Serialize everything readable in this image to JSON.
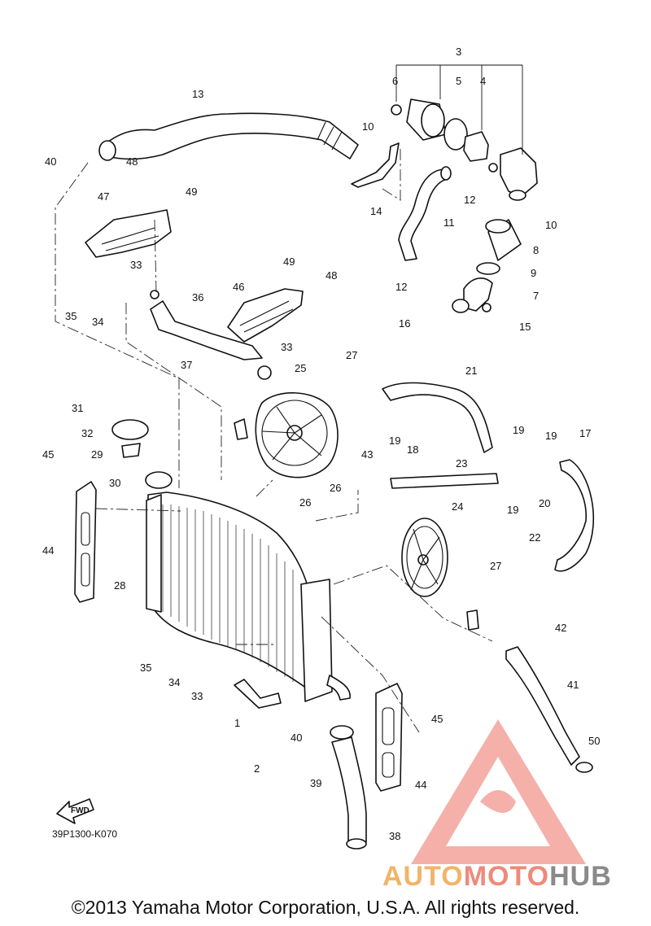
{
  "diagram": {
    "code": "39P1300-K070",
    "fwd_label": "FWD",
    "copyright": "©2013 Yamaha Motor Corporation, U.S.A. All rights reserved.",
    "watermark": {
      "part1": "AUTO",
      "part2": "MOTO",
      "part3": "HUB"
    },
    "callouts": [
      "1",
      "2",
      "3",
      "4",
      "5",
      "6",
      "7",
      "8",
      "9",
      "10",
      "10",
      "11",
      "12",
      "12",
      "13",
      "14",
      "15",
      "16",
      "17",
      "18",
      "19",
      "19",
      "19",
      "19",
      "20",
      "21",
      "22",
      "23",
      "24",
      "25",
      "26",
      "26",
      "27",
      "27",
      "28",
      "29",
      "30",
      "31",
      "32",
      "33",
      "33",
      "33",
      "34",
      "34",
      "35",
      "35",
      "36",
      "37",
      "38",
      "39",
      "40",
      "40",
      "41",
      "42",
      "43",
      "44",
      "44",
      "45",
      "45",
      "46",
      "47",
      "48",
      "48",
      "49",
      "49",
      "50"
    ]
  },
  "colors": {
    "watermark_red": "#f08a82",
    "watermark_orange": "#f2b46a",
    "watermark_gray": "#8a8a8a",
    "line": "#111111"
  }
}
